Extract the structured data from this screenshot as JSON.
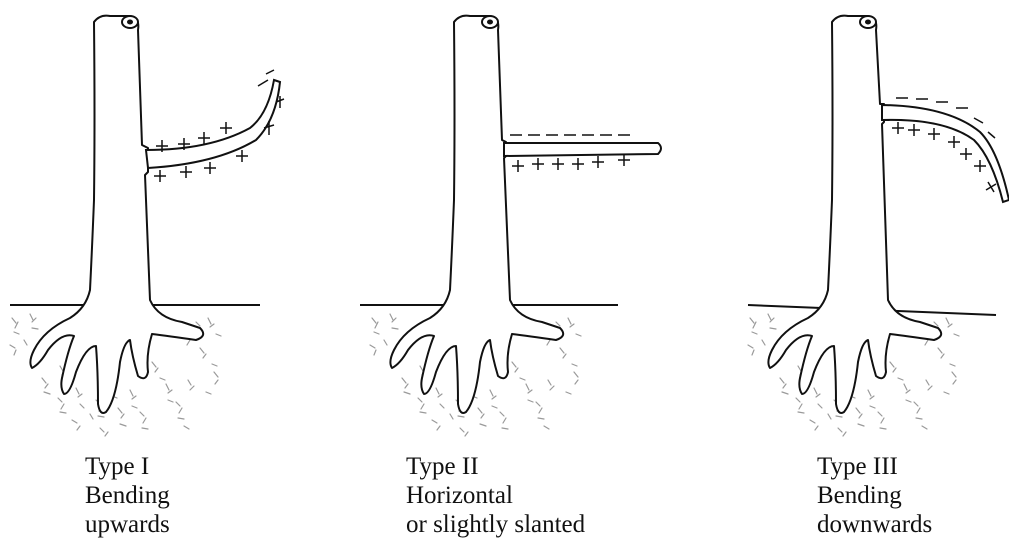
{
  "colors": {
    "ink": "#111111",
    "soil": "#9a9a9a",
    "background": "#ffffff"
  },
  "panels": [
    {
      "type_label": "Type I",
      "description_lines": [
        "Bending",
        "upwards"
      ]
    },
    {
      "type_label": "Type II",
      "description_lines": [
        "Horizontal",
        "or slightly slanted"
      ]
    },
    {
      "type_label": "Type III",
      "description_lines": [
        "Bending",
        "downwards"
      ]
    }
  ]
}
